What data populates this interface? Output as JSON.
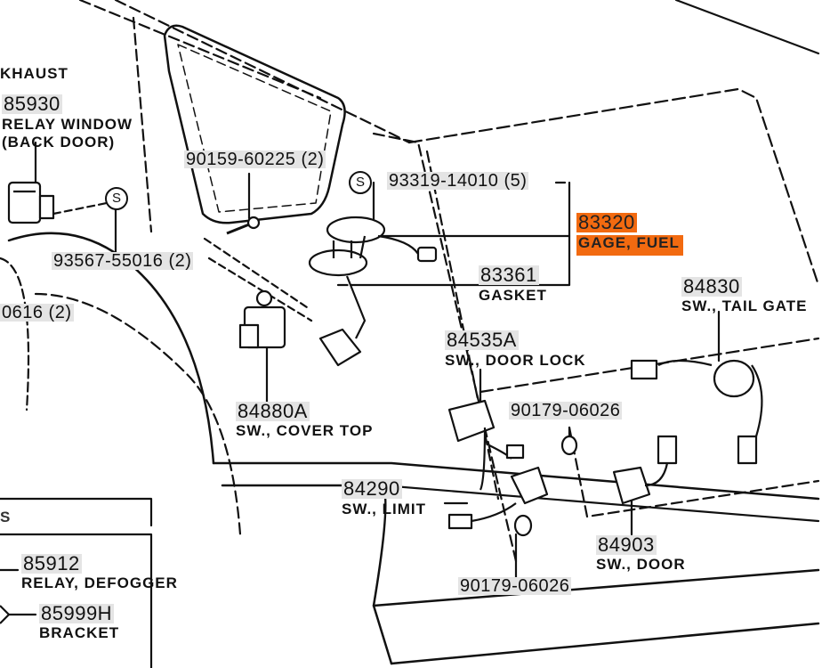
{
  "labels": {
    "exhaust": "KHAUST",
    "p85930_num": "85930",
    "p85930_name1": "RELAY WINDOW",
    "p85930_name2": "(BACK DOOR)",
    "screw_s": "S",
    "p93567": "93567-55016 (2)",
    "p0616": "0616 (2)",
    "p90159": "90159-60225 (2)",
    "p93319": "93319-14010 (5)",
    "p83320_num": "83320",
    "p83320_name": "GAGE, FUEL",
    "p83361_num": "83361",
    "p83361_name": "GASKET",
    "p84830_num": "84830",
    "p84830_name": "SW., TAIL GATE",
    "p84535A_num": "84535A",
    "p84535A_name": "SW., DOOR LOCK",
    "p90179a": "90179-06026",
    "p84880A_num": "84880A",
    "p84880A_name": "SW., COVER TOP",
    "p84290_num": "84290",
    "p84290_name": "SW., LIMIT",
    "p84903_num": "84903",
    "p84903_name": "SW., DOOR",
    "p90179b": "90179-06026",
    "p85912_num": "85912",
    "p85912_name": "RELAY, DEFOGGER",
    "p85999H_num": "85999H",
    "p85999H_name": "BRACKET",
    "edge_s": "S"
  },
  "colors": {
    "highlight": "#f26a10",
    "label_bg": "#e4e4e4",
    "ink": "#111111"
  }
}
